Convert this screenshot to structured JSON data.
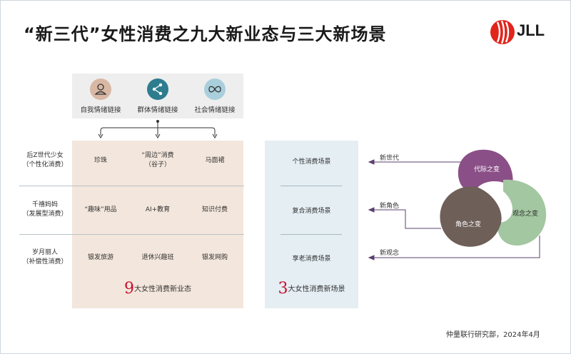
{
  "title": "“新三代”女性消费之九大新业态与三大新场景",
  "logo": {
    "text": "JLL",
    "mark_colors": [
      "#e1251b",
      "#ffffff"
    ]
  },
  "links": [
    {
      "label": "自我情绪链接",
      "icon": "person-icon",
      "color": "#d8b8a4"
    },
    {
      "label": "群体情绪链接",
      "icon": "share-icon",
      "color": "#2e7d8f"
    },
    {
      "label": "社会情绪链接",
      "icon": "infinity-icon",
      "color": "#a9cfdc"
    }
  ],
  "rows": [
    {
      "head": [
        "后Z世代少女",
        "（个性化消费）"
      ],
      "cells": [
        [
          "珍珠"
        ],
        [
          "“周边”消费",
          "（谷子）"
        ],
        [
          "马面裙"
        ]
      ],
      "scene": "个性消费场景",
      "arrow_label": "新世代"
    },
    {
      "head": [
        "千禧妈妈",
        "（发展型消费）"
      ],
      "cells": [
        [
          "“趣味”用品"
        ],
        [
          "AI+教育"
        ],
        [
          "知识付费"
        ]
      ],
      "scene": "复合消费场景",
      "arrow_label": "新角色"
    },
    {
      "head": [
        "岁月丽人",
        "（补偿性消费）"
      ],
      "cells": [
        [
          "银发旅游"
        ],
        [
          "退休兴趣班"
        ],
        [
          "银发网购"
        ]
      ],
      "scene": "享老消费场景",
      "arrow_label": "新观念"
    }
  ],
  "summary_left": {
    "num": "9",
    "text": "大女性消费新业态"
  },
  "summary_right": {
    "num": "3",
    "text": "大女性消费新场景"
  },
  "venn": [
    {
      "label": "代际之变",
      "color": "#8b4f87"
    },
    {
      "label": "角色之变",
      "color": "#6e5f58"
    },
    {
      "label": "观念之变",
      "color": "#a3c7a1"
    }
  ],
  "colors": {
    "accent_red": "#c8102e",
    "peach_bg": "#f3e6dc",
    "blue_bg": "#e4eef3",
    "icon_bar_bg": "#eeeeee",
    "line": "#5b3f6f"
  },
  "footer": "仲量联行研究部，2024年4月"
}
